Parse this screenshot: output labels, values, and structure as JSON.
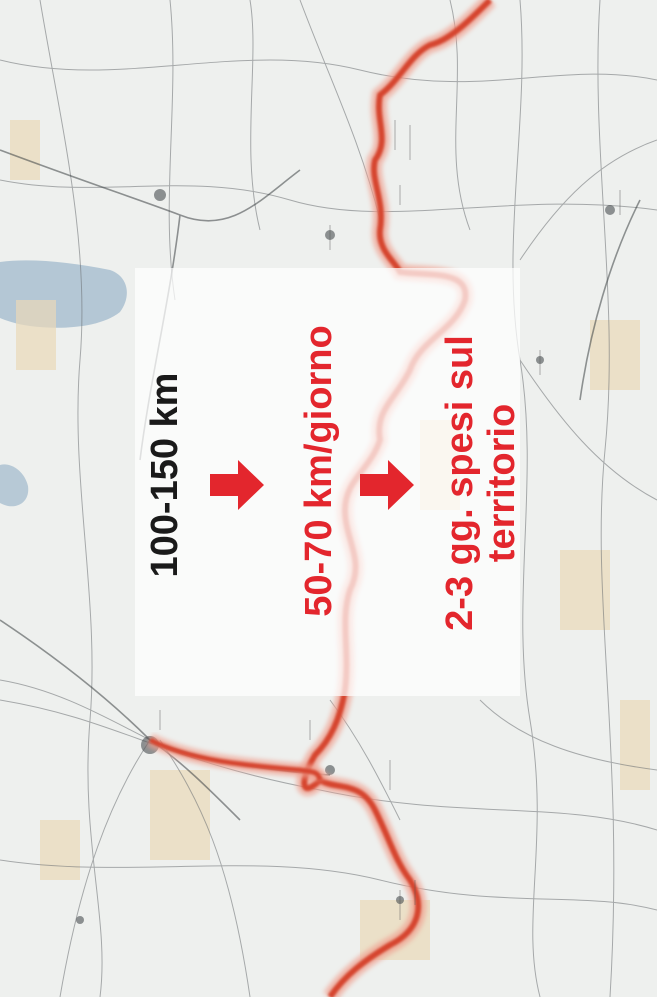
{
  "map": {
    "labels": {
      "distance": "100-150 km",
      "daily": "50-70 km/giorno",
      "days_line1": "2-3 gg. spesi sul",
      "days_line2": "territorio"
    },
    "colors": {
      "route": "#d6452e",
      "route_glow": "#f0a090",
      "accent_text": "#e3262d",
      "dark_text": "#1a1a1a",
      "water": "#a9bfd0",
      "paper": "#eef0ee",
      "overlay": "#ffffff"
    },
    "icons": {
      "arrow": "right-arrow-icon"
    }
  }
}
